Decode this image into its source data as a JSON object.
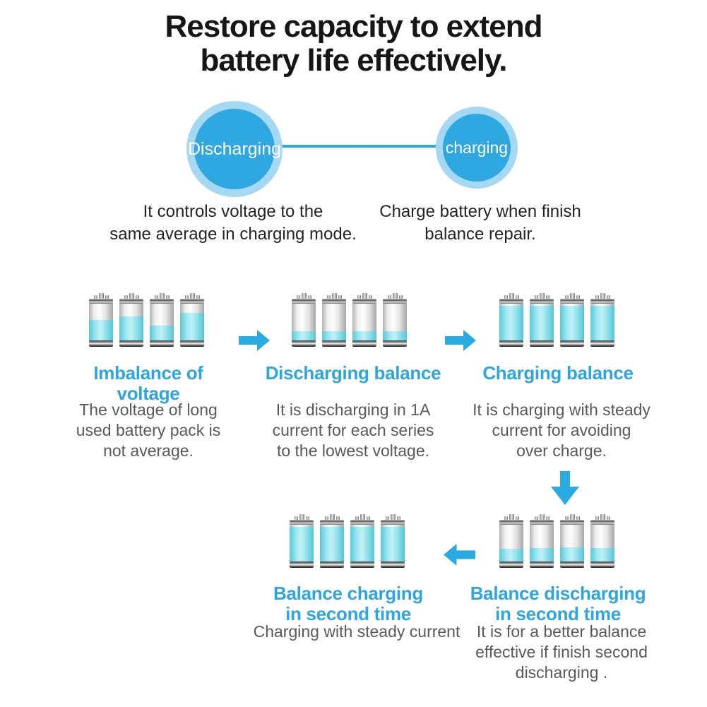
{
  "title": {
    "lines": [
      "Restore capacity to extend",
      "battery life effectively."
    ]
  },
  "balance_modes": {
    "discharging": {
      "label": "Discharging",
      "description": [
        "It controls voltage to the",
        "same average in charging mode."
      ]
    },
    "charging": {
      "label": "charging",
      "description": [
        "Charge battery when finish",
        "balance repair."
      ]
    }
  },
  "steps": {
    "imbalance": {
      "heading": "Imbalance of voltage",
      "body": [
        "The voltage of long",
        "used battery pack is",
        "not average."
      ],
      "battery_levels": [
        55,
        65,
        41,
        75
      ]
    },
    "discharging_balance": {
      "heading": "Discharging balance",
      "body": [
        "It is discharging in 1A",
        "current for each series",
        "to the lowest voltage."
      ],
      "battery_levels": [
        25,
        25,
        25,
        25
      ]
    },
    "charging_balance": {
      "heading": "Charging balance",
      "body": [
        "It is charging with steady",
        "current for avoiding",
        "over charge."
      ],
      "battery_levels": [
        95,
        95,
        95,
        95
      ]
    },
    "balance_charging_second": {
      "heading": [
        "Balance charging",
        "in second time"
      ],
      "body": [
        "Charging with steady current"
      ],
      "battery_levels": [
        95,
        95,
        95,
        95
      ]
    },
    "balance_discharging_second": {
      "heading": [
        "Balance discharging",
        "in second time"
      ],
      "body": [
        "It is for a better balance",
        "effective if finish second",
        "discharging ."
      ],
      "battery_levels": [
        34,
        36,
        39,
        36
      ]
    }
  },
  "icons": {
    "right_arrow_icon": "➡",
    "left_arrow_icon": "⬅",
    "down_arrow_icon": "⬇",
    "battery_icon": "🔋"
  },
  "colors": {
    "accent_blue": "#29ABE2",
    "circle_blue": "#2FA7E0",
    "circle_ring": "#A5D8F3",
    "heading_blue": "#2CA6E0",
    "battery_fill": "#7EDCE8",
    "title_text": "#161616",
    "body_text": "#58595B"
  }
}
